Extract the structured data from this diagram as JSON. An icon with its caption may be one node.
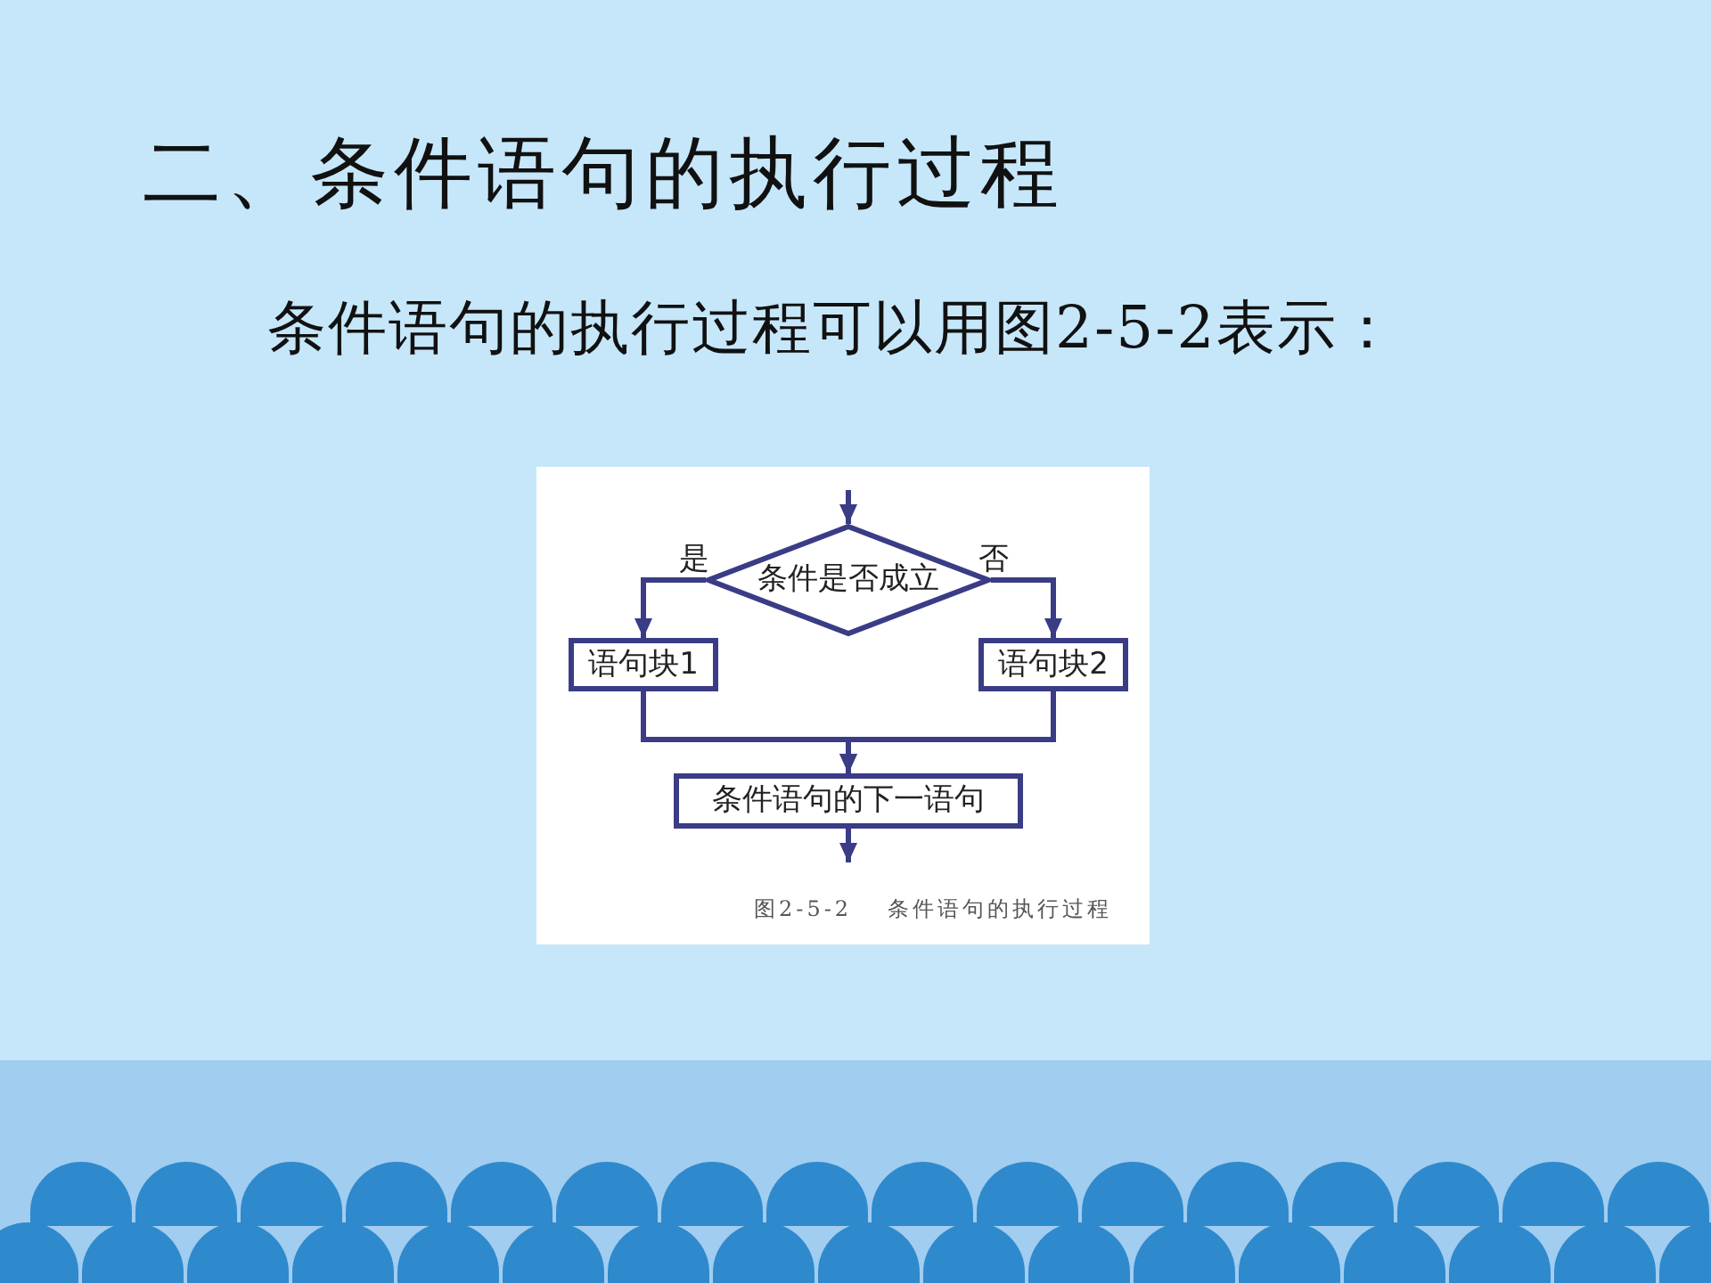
{
  "diagram": {
    "title": "二、条件语句的执行过程",
    "nodes": [
      {
        "text": [
          "条件是否成立"
        ]
      },
      {
        "text": [
          "语句块1"
        ]
      },
      {
        "text": [
          "语句块2"
        ]
      },
      {
        "text": [
          "条件语句的下一语句"
        ]
      }
    ],
    "edges": [
      {
        "from": null,
        "to": 0,
        "arrow": "to"
      },
      {
        "from": 0,
        "to": 1,
        "arrow": "to",
        "label": "是"
      },
      {
        "from": 0,
        "to": 2,
        "arrow": "to",
        "label": "否"
      },
      {
        "from": 1,
        "to": 3,
        "arrow": "to"
      },
      {
        "from": 2,
        "to": 3,
        "arrow": "to"
      },
      {
        "from": 3,
        "to": null,
        "arrow": "to"
      }
    ],
    "labels": [
      "条件语句的执行过程可以用图2-5-2表示："
    ],
    "caption": "图2-5-2 条件语句的执行过程"
  }
}
